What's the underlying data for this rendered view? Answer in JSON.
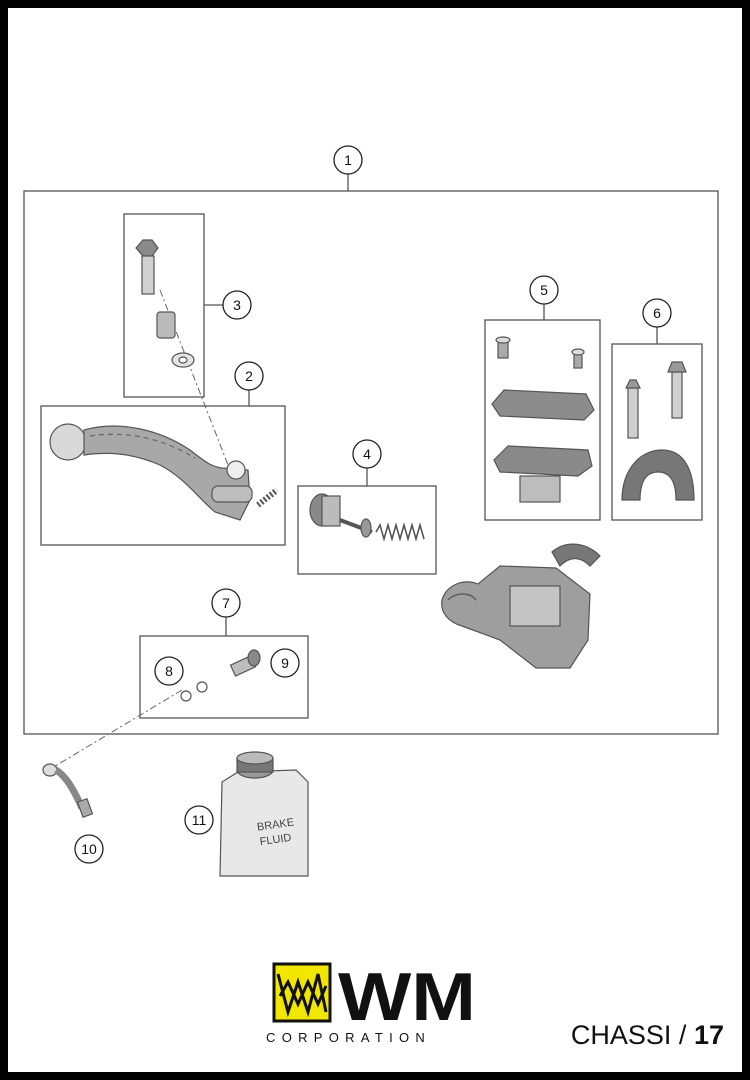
{
  "diagram": {
    "callouts": [
      "1",
      "2",
      "3",
      "4",
      "5",
      "6",
      "7",
      "8",
      "9",
      "10",
      "11"
    ],
    "bottle_label": [
      "BRAKE",
      "FLUID"
    ]
  },
  "footer": {
    "brand_mark": "WM",
    "brand_sub": "CORPORATION",
    "section_label": "CHASSI /",
    "page_number": "17"
  },
  "colors": {
    "logo_yellow": "#f1e600",
    "ink": "#111111",
    "part_gray": "#9a9a9a"
  }
}
